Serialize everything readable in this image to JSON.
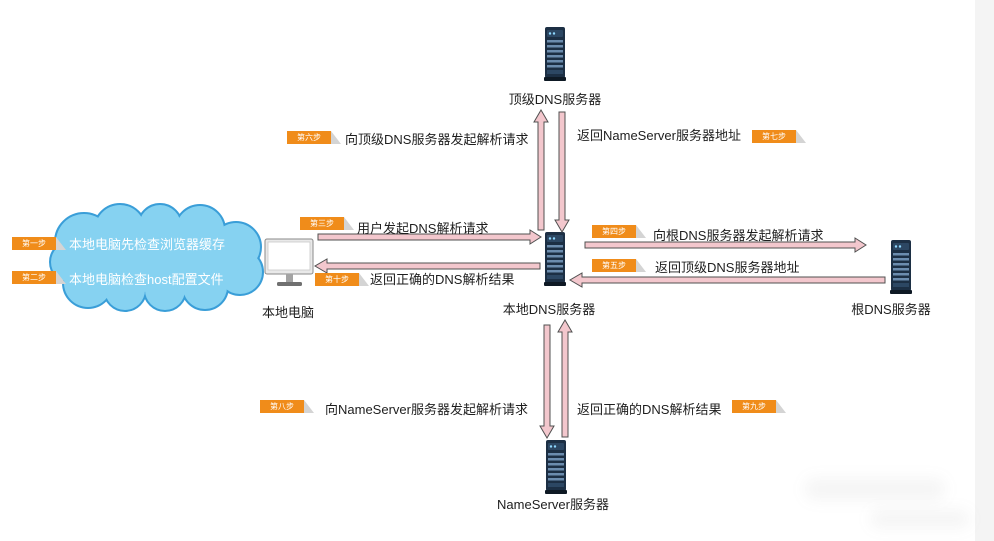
{
  "colors": {
    "tag": "#f08c1a",
    "tag_text": "#ffffff",
    "tag_fold": "#d4d4d4",
    "arrow_fill": "#f3c7cd",
    "arrow_stroke": "#505050",
    "cloud_fill": "#86d2f1",
    "cloud_stroke": "#3a9ed8",
    "server_body": "#1c2f44",
    "server_slot": "#6b8cae",
    "label_text": "#1e1e1e"
  },
  "steps": [
    {
      "tag": "第一步",
      "text": "本地电脑先检查浏览器缓存"
    },
    {
      "tag": "第二步",
      "text": "本地电脑检查host配置文件"
    },
    {
      "tag": "第三步",
      "text": "用户发起DNS解析请求"
    },
    {
      "tag": "第四步",
      "text": "向根DNS服务器发起解析请求"
    },
    {
      "tag": "第五步",
      "text": "返回顶级DNS服务器地址"
    },
    {
      "tag": "第六步",
      "text": "向顶级DNS服务器发起解析请求"
    },
    {
      "tag": "第七步",
      "text": "返回NameServer服务器地址"
    },
    {
      "tag": "第八步",
      "text": "向NameServer服务器发起解析请求"
    },
    {
      "tag": "第九步",
      "text": "返回正确的DNS解析结果"
    },
    {
      "tag": "第十步",
      "text": "返回正确的DNS解析结果"
    }
  ],
  "nodes": {
    "local_pc": {
      "label": "本地电脑",
      "icon": "computer-icon"
    },
    "local_dns": {
      "label": "本地DNS服务器",
      "icon": "server-icon"
    },
    "tld_dns": {
      "label": "顶级DNS服务器",
      "icon": "server-icon"
    },
    "root_dns": {
      "label": "根DNS服务器",
      "icon": "server-icon"
    },
    "nameserver": {
      "label": "NameServer服务器",
      "icon": "server-icon"
    }
  }
}
